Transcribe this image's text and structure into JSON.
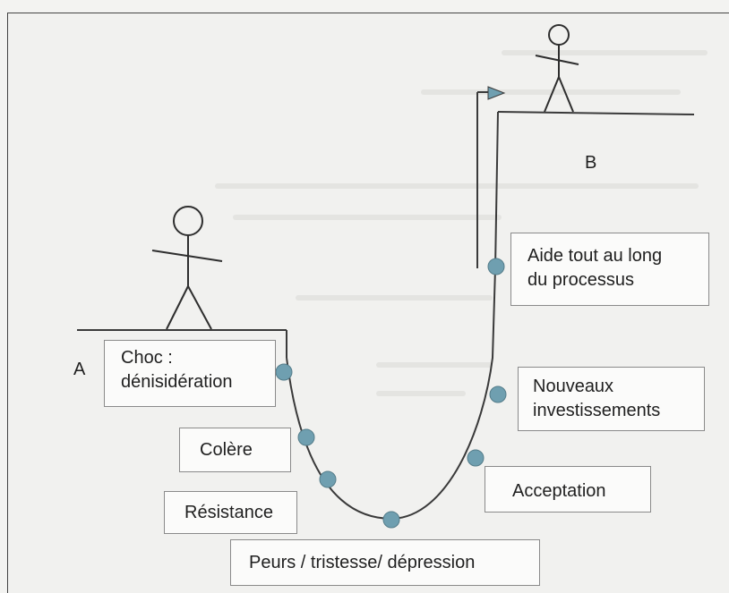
{
  "labels": {
    "point_a": "A",
    "point_b": "B"
  },
  "stages": {
    "choc_line1": "Choc :",
    "choc_line2": "dénisidération",
    "colere": "Colère",
    "resistance": "Résistance",
    "peurs": "Peurs / tristesse/ dépression",
    "acceptation": "Acceptation",
    "nouveaux_line1": "Nouveaux",
    "nouveaux_line2": "investissements",
    "aide_line1": "Aide tout au long",
    "aide_line2": "du processus"
  },
  "colors": {
    "dot": "#6f9fb0",
    "line": "#3a3a3a",
    "box_border": "#8a8a8a"
  }
}
